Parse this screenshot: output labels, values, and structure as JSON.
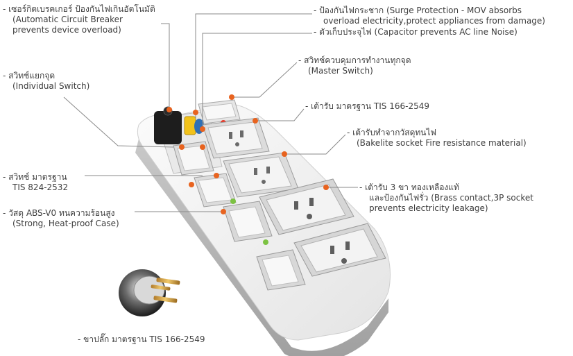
{
  "callouts": {
    "breaker": [
      "- เซอร์กิตเบรคเกอร์ ป้องกันไฟเกินอัตโนมัติ",
      "(Automatic Circuit Breaker",
      "prevents device overload)"
    ],
    "individual_switch": [
      "- สวิทช์แยกจุด",
      "(Individual Switch)"
    ],
    "switch_std": [
      "- สวิทช์ มาตรฐาน",
      "TIS 824-2532"
    ],
    "abs": [
      "- วัสดุ ABS-V0 ทนความร้อนสูง",
      "(Strong, Heat-proof Case)"
    ],
    "plug": [
      "- ขาปลั๊ก มาตรฐาน TIS 166-2549"
    ],
    "surge": [
      "- ป้องกันไฟกระชาก (Surge Protection - MOV absorbs",
      "overload electricity,protect appliances from damage)"
    ],
    "capacitor": [
      "- ตัวเก็บประจุไฟ (Capacitor prevents AC line Noise)"
    ],
    "master": [
      "- สวิทช์ควบคุมการทำงานทุกจุด",
      "(Master Switch)"
    ],
    "socket_std": [
      "- เต้ารับ มาตรฐาน TIS 166-2549"
    ],
    "bakelite": [
      "- เต้ารับทำจากวัสดุทนไฟ",
      "(Bakelite socket Fire resistance material)"
    ],
    "brass": [
      "- เต้ารับ 3 ขา ทองเหลืองแท้",
      "และป้องกันไฟรั่ว (Brass contact,3P socket",
      "prevents electricity leakage)"
    ]
  },
  "colors": {
    "dot": "#e8631f",
    "leader": "#8a8a8a",
    "led_green": "#7cc242",
    "led_red": "#e53a2a",
    "breaker_yellow": "#f2c21b",
    "mov_blue": "#2f6fb5"
  }
}
